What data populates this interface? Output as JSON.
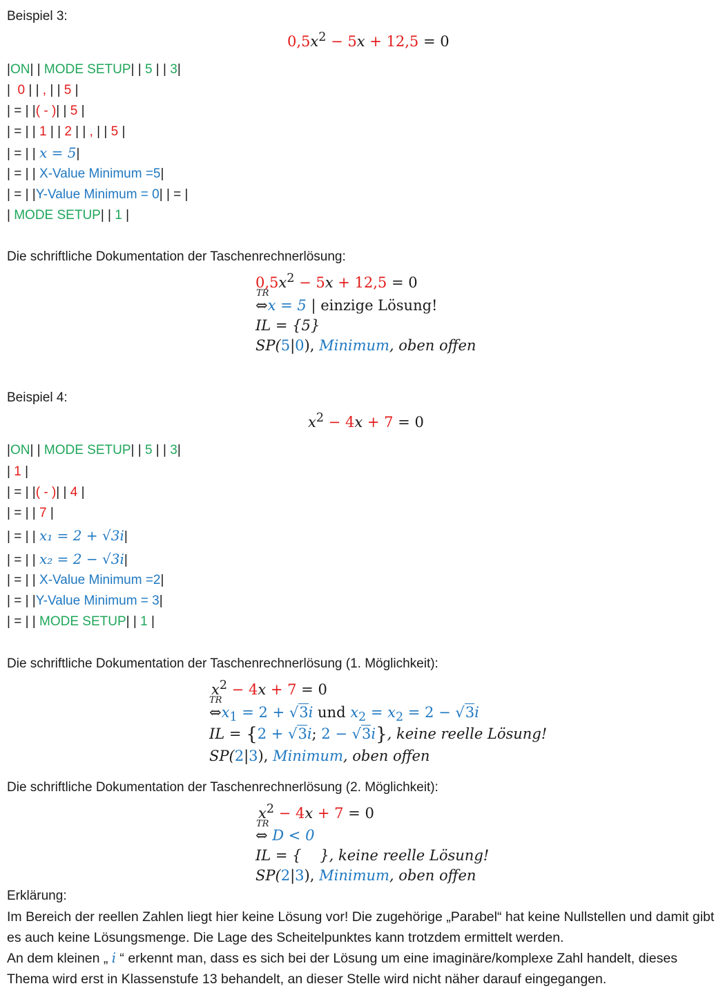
{
  "ex3": {
    "heading": "Beispiel 3:",
    "equation": {
      "a": "0,5",
      "x2": "x",
      "sup2": "2",
      "m": "− 5",
      "x": "x",
      "p": "+ 12,5",
      "eq": "= 0"
    },
    "keys": [
      [
        {
          "t": "|",
          "c": ""
        },
        {
          "t": "ON",
          "c": "green"
        },
        {
          "t": "| | ",
          "c": ""
        },
        {
          "t": "MODE SETUP",
          "c": "green"
        },
        {
          "t": "| | ",
          "c": ""
        },
        {
          "t": "5",
          "c": "green"
        },
        {
          "t": " | | ",
          "c": ""
        },
        {
          "t": "3",
          "c": "green"
        },
        {
          "t": "|",
          "c": ""
        }
      ],
      [
        {
          "t": "|  ",
          "c": ""
        },
        {
          "t": "0",
          "c": "red"
        },
        {
          "t": " | | ",
          "c": ""
        },
        {
          "t": ",",
          "c": "red"
        },
        {
          "t": " | | ",
          "c": ""
        },
        {
          "t": "5",
          "c": "red"
        },
        {
          "t": " |",
          "c": ""
        }
      ],
      [
        {
          "t": "| = | |",
          "c": ""
        },
        {
          "t": "( - )",
          "c": "red"
        },
        {
          "t": "| | ",
          "c": ""
        },
        {
          "t": "5",
          "c": "red"
        },
        {
          "t": " |",
          "c": ""
        }
      ],
      [
        {
          "t": "| = | | ",
          "c": ""
        },
        {
          "t": "1",
          "c": "red"
        },
        {
          "t": " | | ",
          "c": ""
        },
        {
          "t": "2",
          "c": "red"
        },
        {
          "t": " | | ",
          "c": ""
        },
        {
          "t": ",",
          "c": "red"
        },
        {
          "t": " | | ",
          "c": ""
        },
        {
          "t": "5",
          "c": "red"
        },
        {
          "t": " |",
          "c": ""
        }
      ],
      [
        {
          "t": "| = | | ",
          "c": ""
        },
        {
          "t": "x = 5",
          "c": "blue",
          "math": true
        },
        {
          "t": "|",
          "c": ""
        }
      ],
      [
        {
          "t": "| = | | ",
          "c": ""
        },
        {
          "t": "X-Value Minimum =5",
          "c": "blue"
        },
        {
          "t": "|",
          "c": ""
        }
      ],
      [
        {
          "t": "| = | |",
          "c": ""
        },
        {
          "t": "Y-Value Minimum = 0",
          "c": "blue"
        },
        {
          "t": "| | = |",
          "c": ""
        }
      ],
      [
        {
          "t": "| ",
          "c": ""
        },
        {
          "t": "MODE SETUP",
          "c": "green"
        },
        {
          "t": "| | ",
          "c": ""
        },
        {
          "t": "1",
          "c": "green"
        },
        {
          "t": " |",
          "c": ""
        }
      ]
    ],
    "doc_heading": "Die schriftliche Dokumentation der Taschenrechnerlösung:",
    "doc": {
      "tr": "TR",
      "l1": {
        "a": "0,5",
        "x2": "x",
        "sup2": "2",
        "m": "− 5",
        "x": "x",
        "p": "+ 12,5",
        "eq": "= 0"
      },
      "l2": {
        "arrow": "⇔",
        "sol": "x = 5",
        "note": " | einzige Lösung!"
      },
      "l3": "IL = {5}",
      "l4": {
        "sp": "SP(",
        "v1": "5",
        "bar": "|",
        "v2": "0",
        "close": "),",
        "min": "Minimum",
        "rest": ", oben offen"
      }
    }
  },
  "ex4": {
    "heading": "Beispiel 4:",
    "equation": {
      "x2": "x",
      "sup2": "2",
      "m": "− 4",
      "x": "x",
      "p": "+ 7",
      "eq": "= 0"
    },
    "keys": [
      [
        {
          "t": "|",
          "c": ""
        },
        {
          "t": "ON",
          "c": "green"
        },
        {
          "t": "| | ",
          "c": ""
        },
        {
          "t": "MODE SETUP",
          "c": "green"
        },
        {
          "t": "| | ",
          "c": ""
        },
        {
          "t": "5",
          "c": "green"
        },
        {
          "t": " | | ",
          "c": ""
        },
        {
          "t": "3",
          "c": "green"
        },
        {
          "t": "|",
          "c": ""
        }
      ],
      [
        {
          "t": "| ",
          "c": ""
        },
        {
          "t": "1",
          "c": "red"
        },
        {
          "t": " |",
          "c": ""
        }
      ],
      [
        {
          "t": "| = | |",
          "c": ""
        },
        {
          "t": "( - )",
          "c": "red"
        },
        {
          "t": "| | ",
          "c": ""
        },
        {
          "t": "4",
          "c": "red"
        },
        {
          "t": " |",
          "c": ""
        }
      ],
      [
        {
          "t": "| = | | ",
          "c": ""
        },
        {
          "t": "7",
          "c": "red"
        },
        {
          "t": " |",
          "c": ""
        }
      ],
      [
        {
          "t": "| = | | ",
          "c": ""
        },
        {
          "t": "x₁ = 2 + √3i",
          "c": "blue",
          "math": true
        },
        {
          "t": "|",
          "c": ""
        }
      ],
      [
        {
          "t": "| = | | ",
          "c": ""
        },
        {
          "t": "x₂ = 2 − √3i",
          "c": "blue",
          "math": true
        },
        {
          "t": "|",
          "c": ""
        }
      ],
      [
        {
          "t": "| = | | ",
          "c": ""
        },
        {
          "t": "X-Value Minimum =2",
          "c": "blue"
        },
        {
          "t": "|",
          "c": ""
        }
      ],
      [
        {
          "t": "| = | |",
          "c": ""
        },
        {
          "t": "Y-Value Minimum = 3",
          "c": "blue"
        },
        {
          "t": "|",
          "c": ""
        }
      ],
      [
        {
          "t": "| = | | ",
          "c": ""
        },
        {
          "t": "MODE SETUP",
          "c": "green"
        },
        {
          "t": "| | ",
          "c": ""
        },
        {
          "t": "1",
          "c": "green"
        },
        {
          "t": " |",
          "c": ""
        }
      ]
    ],
    "doc1_heading": "Die schriftliche Dokumentation der Taschenrechnerlösung (1. Möglichkeit):",
    "doc1": {
      "tr": "TR",
      "l1": {
        "x2": "x",
        "sup2": "2",
        "m": "− 4",
        "x": "x",
        "p": "+ 7",
        "eq": "= 0"
      },
      "l2": {
        "arrow": "⇔",
        "x1": "x",
        "s1": "1",
        "e1": " = 2 + ",
        "r1": "3",
        "i1": "i",
        "und": " und ",
        "x2a": "x",
        "s2a": "2",
        "e2a": " = ",
        "x2b": "x",
        "s2b": "2",
        "e2b": " = 2 − ",
        "r2": "3",
        "i2": "i"
      },
      "l3": {
        "il": "IL = ",
        "open": "{",
        "a": "2 + ",
        "ra": "3",
        "ia": "i",
        "sep": "; ",
        "b": "2 − ",
        "rb": "3",
        "ib": "i",
        "close": "}",
        "rest": ", keine reelle Lösung!"
      },
      "l4": {
        "sp": "SP(",
        "v1": "2",
        "bar": "|",
        "v2": "3",
        "close": "),",
        "min": "Minimum",
        "rest": ", oben offen"
      }
    },
    "doc2_heading": "Die schriftliche Dokumentation der Taschenrechnerlösung (2. Möglichkeit):",
    "doc2": {
      "tr": "TR",
      "l1": {
        "x2": "x",
        "sup2": "2",
        "m": "− 4",
        "x": "x",
        "p": "+ 7",
        "eq": "= 0"
      },
      "l2": {
        "arrow": "⇔",
        "d": "D < 0"
      },
      "l3": {
        "il": "IL = {    }",
        "rest": ", keine reelle Lösung!"
      },
      "l4": {
        "sp": "SP(",
        "v1": "2",
        "bar": "|",
        "v2": "3",
        "close": "),",
        "min": "Minimum",
        "rest": ", oben offen"
      }
    }
  },
  "explanation": {
    "heading": "Erklärung:",
    "p1": "Im Bereich der reellen Zahlen liegt hier keine Lösung vor! Die zugehörige „Parabel“ hat keine Nullstellen und damit gibt es auch keine Lösungsmenge. Die Lage des Scheitelpunktes kann trotzdem ermittelt werden.",
    "p2_a": "An dem kleinen „ ",
    "p2_i": "i",
    "p2_b": " “ erkennt man, dass es sich bei der Lösung um eine imaginäre/komplexe Zahl handelt, dieses Thema wird erst in Klassenstufe 13 behandelt, an dieser Stelle wird nicht näher darauf eingegangen."
  },
  "colors": {
    "red": "#e31b1b",
    "green": "#1fa65a",
    "blue": "#1f78c1"
  }
}
